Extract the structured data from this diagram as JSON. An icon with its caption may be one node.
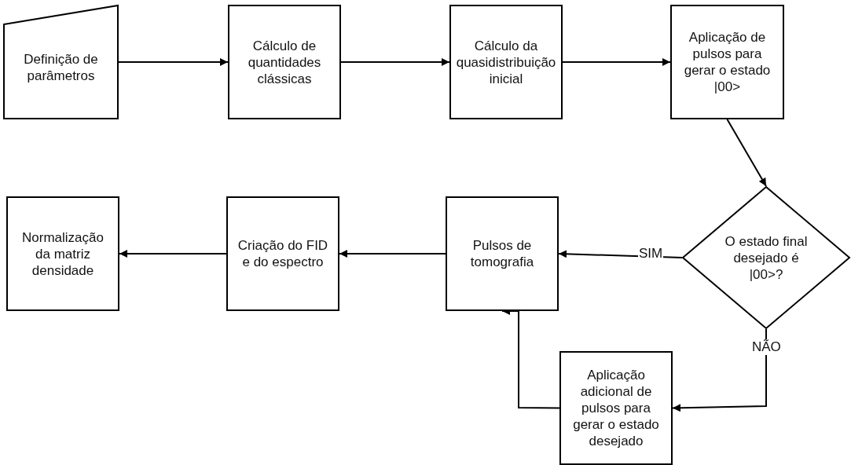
{
  "diagram": {
    "nodes": [
      {
        "text": [
          "Definição de parâmetros"
        ]
      },
      {
        "text": [
          "Cálculo de quantidades clássicas"
        ]
      },
      {
        "text": [
          "Cálculo da quasidistribuição inicial"
        ]
      },
      {
        "text": [
          "Aplicação de pulsos para gerar o estado |00>"
        ]
      },
      {
        "text": [
          "O estado final desejado é |00>?"
        ]
      },
      {
        "text": [
          "Pulsos de tomografia"
        ]
      },
      {
        "text": [
          "Criação do FID e do espectro"
        ]
      },
      {
        "text": [
          "Normalização da matriz densidade"
        ]
      },
      {
        "text": [
          "Aplicação adicional de pulsos para gerar o estado desejado"
        ]
      }
    ],
    "edges": [
      {
        "from": 0,
        "to": 1,
        "arrow": "to"
      },
      {
        "from": 1,
        "to": 2,
        "arrow": "to"
      },
      {
        "from": 2,
        "to": 3,
        "arrow": "to"
      },
      {
        "from": 3,
        "to": 4,
        "arrow": "to"
      },
      {
        "from": 4,
        "to": 5,
        "arrow": "to",
        "label": "SIM"
      },
      {
        "from": 5,
        "to": 6,
        "arrow": "to"
      },
      {
        "from": 6,
        "to": 7,
        "arrow": "to"
      },
      {
        "from": 4,
        "to": 8,
        "arrow": "to",
        "label": "NÃO"
      },
      {
        "from": 8,
        "to": 5,
        "arrow": "to"
      }
    ]
  }
}
